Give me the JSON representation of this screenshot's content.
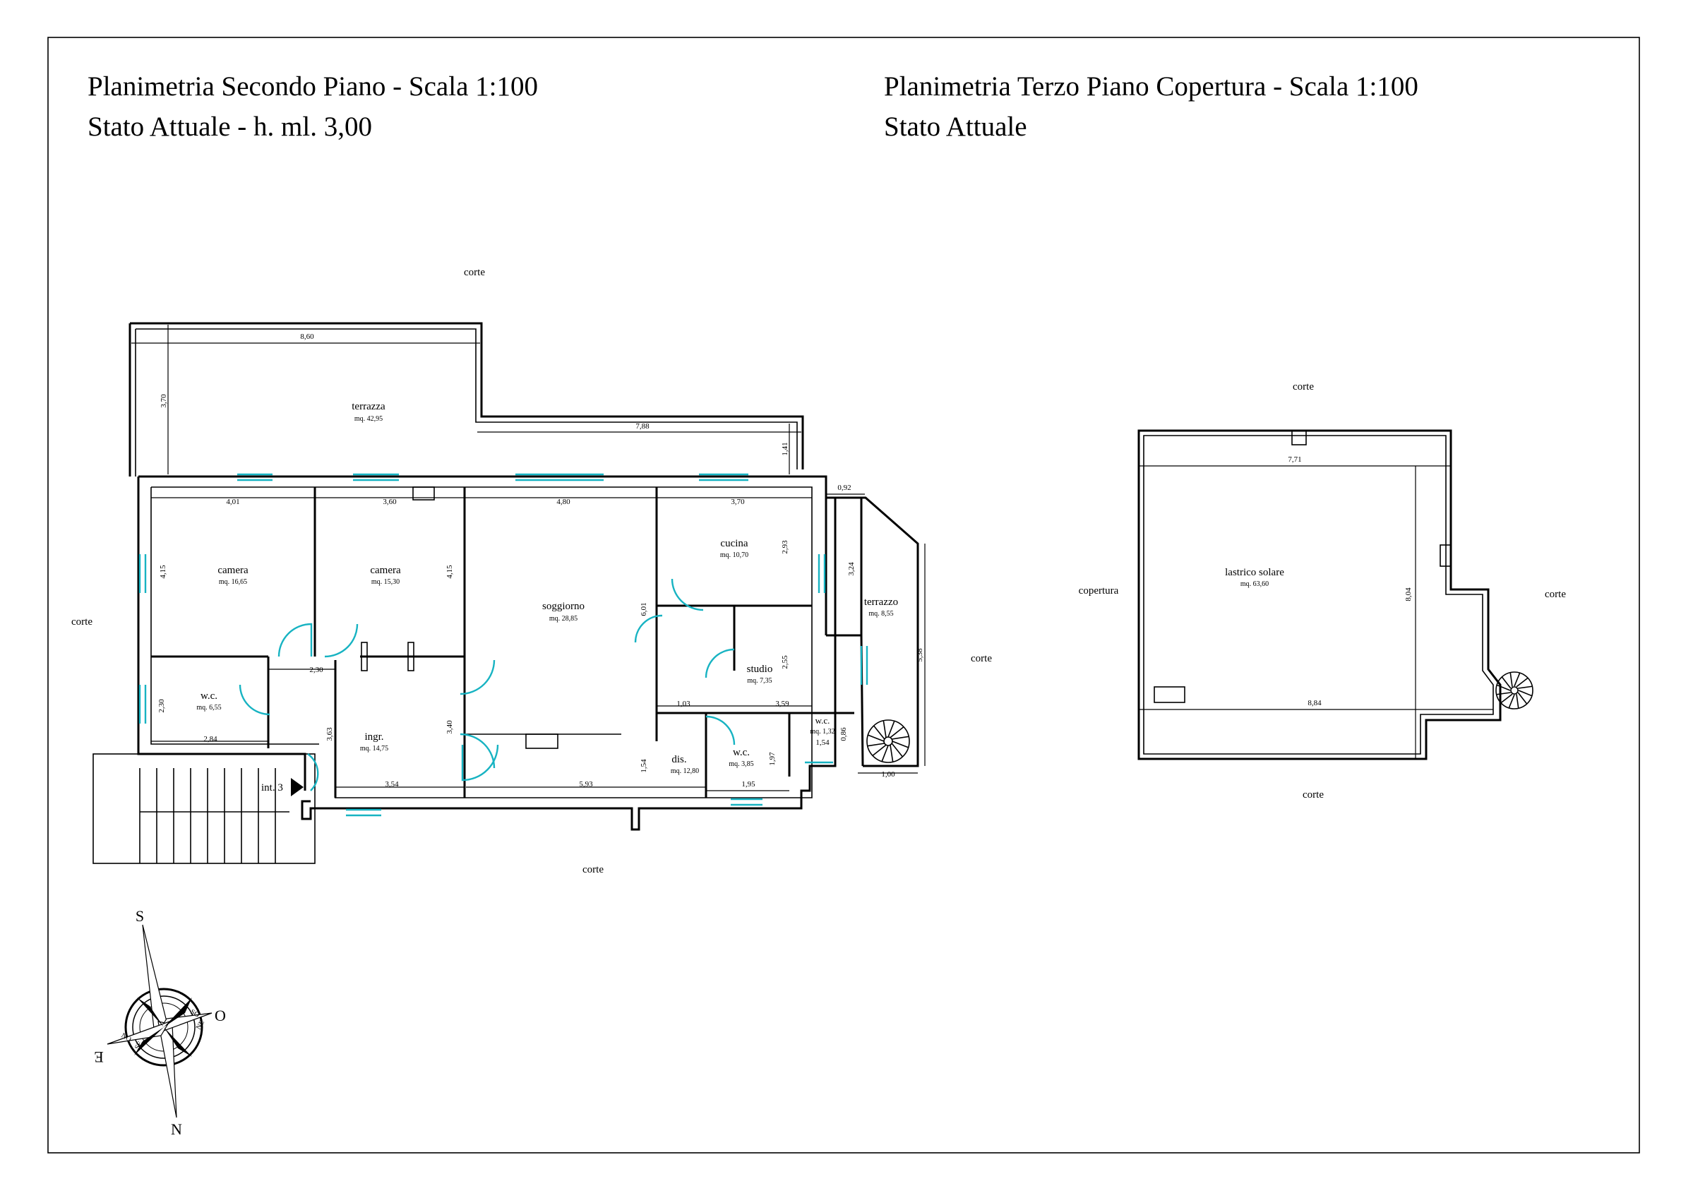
{
  "titles": {
    "left_line1": "Planimetria Secondo Piano - Scala 1:100",
    "left_line2": "Stato Attuale - h. ml. 3,00",
    "right_line1": "Planimetria Terzo Piano Copertura - Scala 1:100",
    "right_line2": "Stato Attuale"
  },
  "context_labels": {
    "corte": "corte",
    "copertura": "copertura",
    "int": "int. 3"
  },
  "rooms": {
    "terrazza": {
      "name": "terrazza",
      "area": "mq. 42,95"
    },
    "camera1": {
      "name": "camera",
      "area": "mq. 16,65"
    },
    "camera2": {
      "name": "camera",
      "area": "mq. 15,30"
    },
    "soggiorno": {
      "name": "soggiorno",
      "area": "mq. 28,85"
    },
    "cucina": {
      "name": "cucina",
      "area": "mq. 10,70"
    },
    "terrazzo": {
      "name": "terrazzo",
      "area": "mq. 8,55"
    },
    "studio": {
      "name": "studio",
      "area": "mq. 7,35"
    },
    "wc1": {
      "name": "w.c.",
      "area": "mq. 6,55"
    },
    "ingr": {
      "name": "ingr.",
      "area": "mq. 14,75"
    },
    "dis": {
      "name": "dis.",
      "area": "mq. 12,80"
    },
    "wc2": {
      "name": "w.c.",
      "area": "mq. 3,85"
    },
    "wc3": {
      "name": "w.c.",
      "area": "mq. 1,32"
    },
    "lastrico": {
      "name": "lastrico solare",
      "area": "mq. 63,60"
    }
  },
  "dims": {
    "d860": "8,60",
    "d370": "3,70",
    "d788": "7,88",
    "d141": "1,41",
    "d401": "4,01",
    "d360": "3,60",
    "d480": "4,80",
    "d370b": "3,70",
    "d092": "0,92",
    "d415a": "4,15",
    "d415b": "4,15",
    "d601": "6,01",
    "d293": "2,93",
    "d324": "3,24",
    "d538": "5,38",
    "d230a": "2,30",
    "d230b": "2,30",
    "d284": "2,84",
    "d363": "3,63",
    "d340": "3,40",
    "d255": "2,55",
    "d103": "1,03",
    "d359": "3,59",
    "d154a": "1,54",
    "d197": "1,97",
    "d154b": "1,54",
    "d086": "0,86",
    "d100": "1,00",
    "d354": "3,54",
    "d593": "5,93",
    "d195": "1,95",
    "r771": "7,71",
    "r804": "8,04",
    "r884": "8,84"
  },
  "compass": {
    "s": "S",
    "o": "O",
    "n": "N",
    "e": "E",
    "se": "SE",
    "so": "SO",
    "ne": "NE",
    "no": "NO"
  }
}
